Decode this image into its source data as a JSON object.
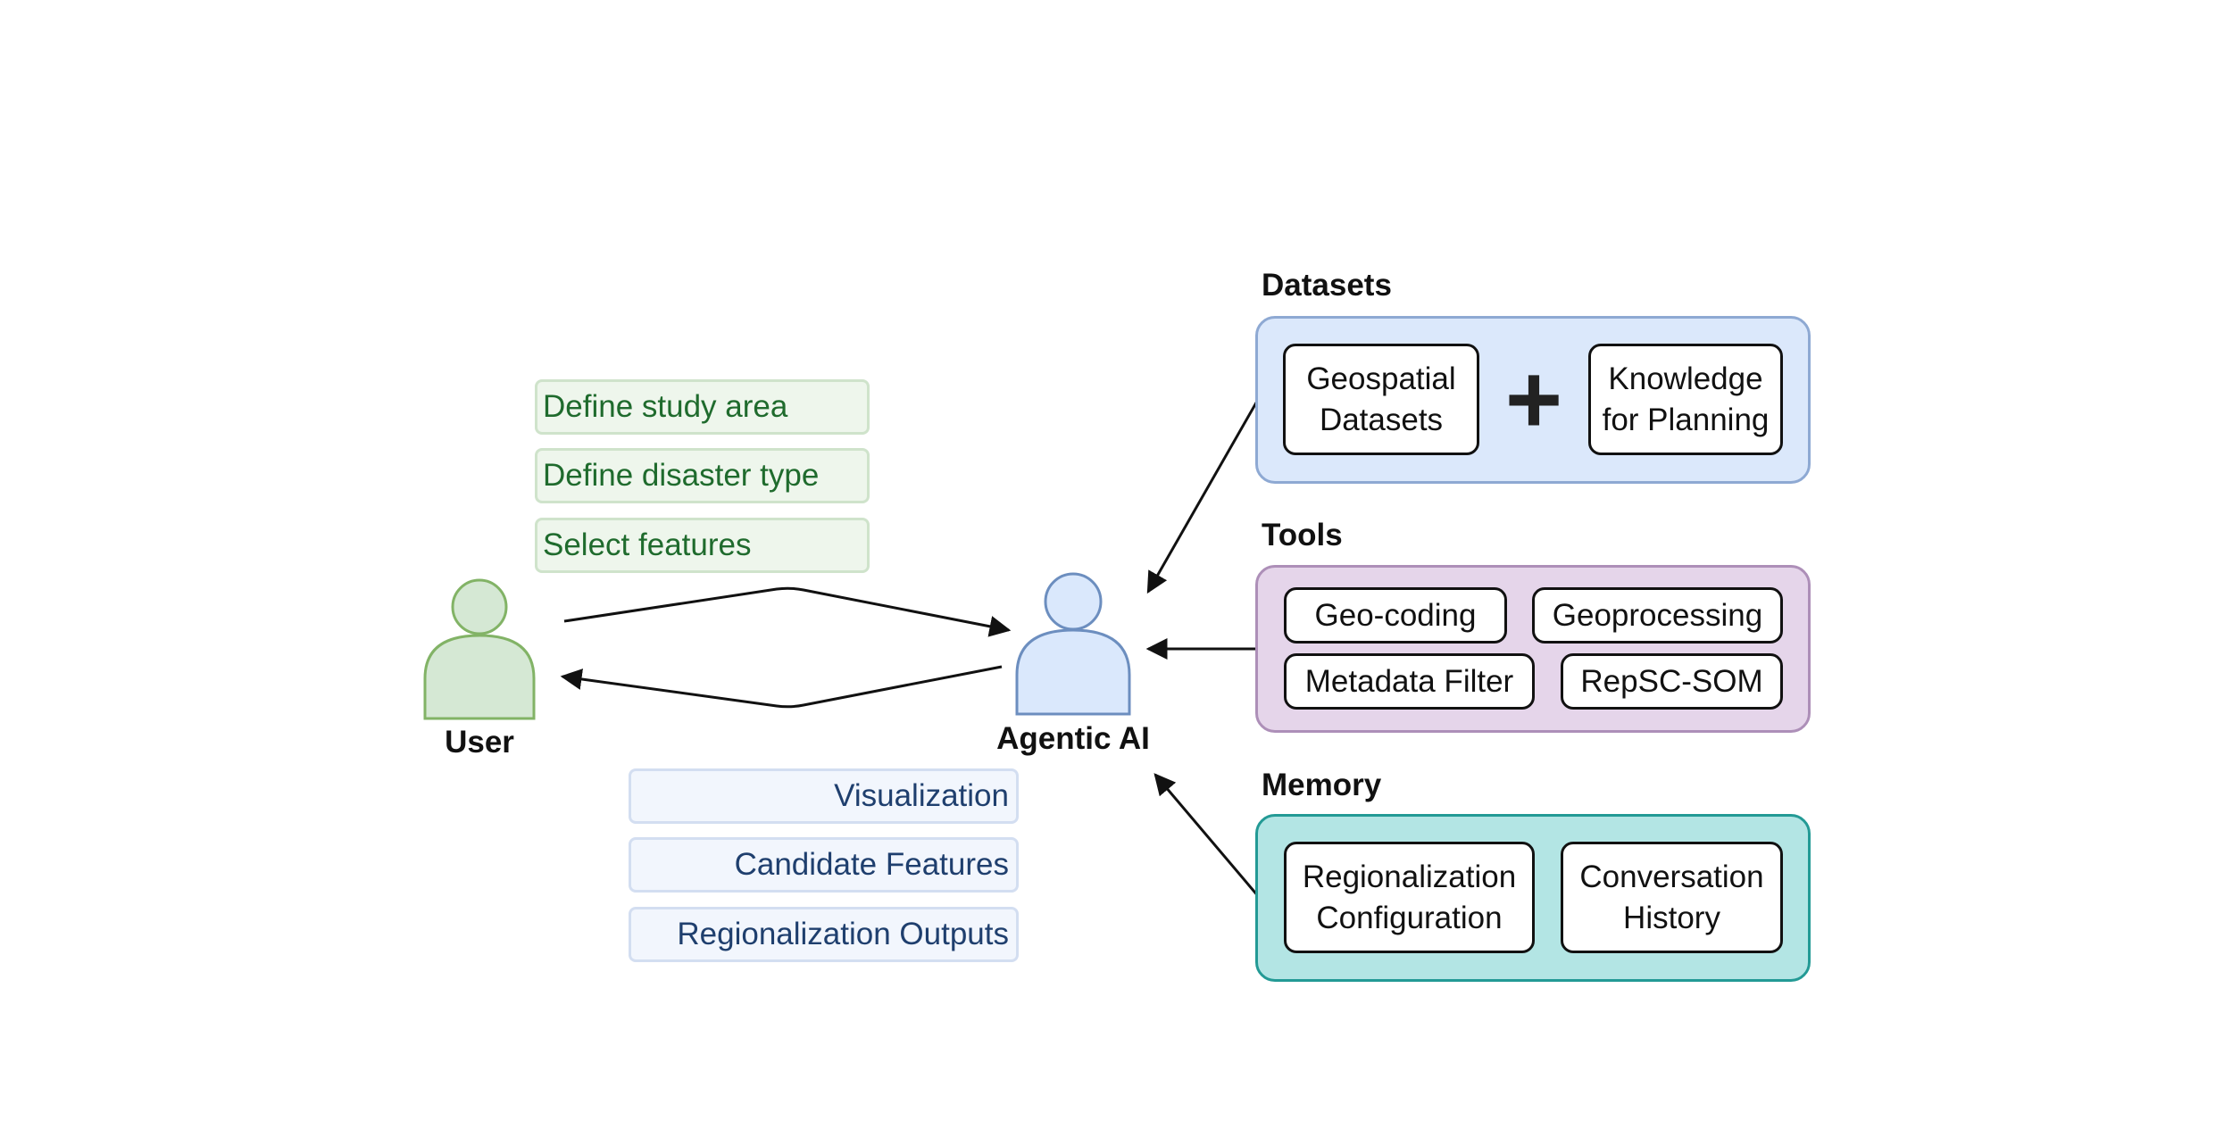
{
  "user": {
    "label": "User"
  },
  "agent": {
    "label": "Agentic AI"
  },
  "requests": [
    "Define study area",
    "Define disaster type",
    "Select features"
  ],
  "outputs": [
    "Visualization",
    "Candidate Features",
    "Regionalization Outputs"
  ],
  "datasets": {
    "title": "Datasets",
    "items": [
      "Geospatial Datasets",
      "Knowledge for Planning"
    ],
    "joiner": "+"
  },
  "tools": {
    "title": "Tools",
    "items": [
      "Geo-coding",
      "Geoprocessing",
      "Metadata Filter",
      "RepSC-SOM"
    ]
  },
  "memory": {
    "title": "Memory",
    "items": [
      "Regionalization Configuration",
      "Conversation History"
    ]
  },
  "colors": {
    "user_fill": "#d5e8d4",
    "user_stroke": "#82b366",
    "agent_fill": "#dae8fc",
    "agent_stroke": "#6c8ebf",
    "datasets_panel": "#dbe8fb",
    "tools_panel": "#e5d5ea",
    "memory_panel": "#b3e5e4"
  }
}
